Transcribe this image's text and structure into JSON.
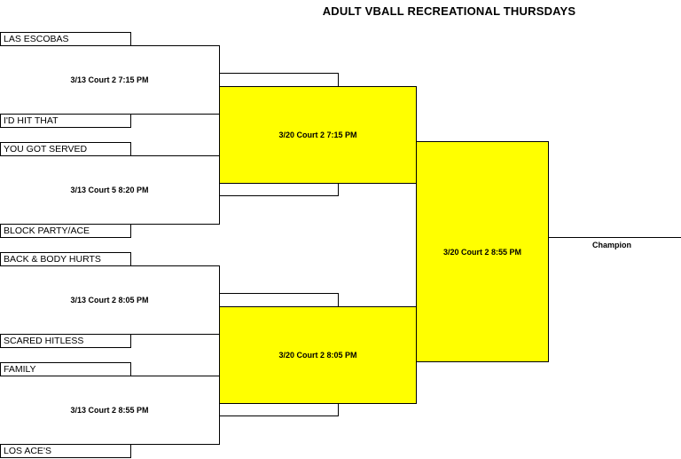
{
  "title": "ADULT VBALL RECREATIONAL THURSDAYS",
  "teams": [
    "LAS ESCOBAS",
    "I'D HIT THAT",
    "YOU GOT SERVED",
    "BLOCK PARTY/ACE",
    "BACK & BODY HURTS",
    "SCARED HITLESS",
    "FAMILY",
    "LOS ACE'S"
  ],
  "round1": [
    "3/13 Court 2 7:15 PM",
    "3/13 Court 5 8:20 PM",
    "3/13 Court 2 8:05 PM",
    "3/13 Court 2 8:55 PM"
  ],
  "round2": [
    "3/20 Court 2 7:15 PM",
    "3/20 Court 2 8:05 PM"
  ],
  "final": "3/20 Court 2 8:55 PM",
  "champion_label": "Champion",
  "colors": {
    "highlight": "#ffff00",
    "line": "#000000",
    "background": "#ffffff"
  }
}
